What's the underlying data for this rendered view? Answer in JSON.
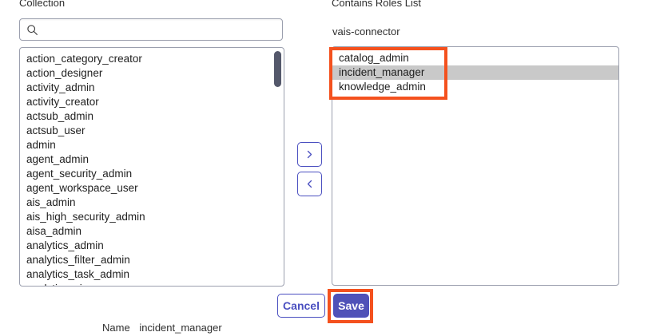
{
  "left_panel": {
    "header_label": "Collection",
    "search": {
      "icon": "search-icon",
      "value": "",
      "placeholder": ""
    },
    "items": [
      "action_category_creator",
      "action_designer",
      "activity_admin",
      "activity_creator",
      "actsub_admin",
      "actsub_user",
      "admin",
      "agent_admin",
      "agent_security_admin",
      "agent_workspace_user",
      "ais_admin",
      "ais_high_security_admin",
      "aisa_admin",
      "analytics_admin",
      "analytics_filter_admin",
      "analytics_task_admin",
      "analytics_viewer"
    ]
  },
  "transfer": {
    "move_right_label": "›",
    "move_right_icon": "chevron-right-icon",
    "move_left_label": "‹",
    "move_left_icon": "chevron-left-icon"
  },
  "right_panel": {
    "header_label": "Contains Roles List",
    "subject": "vais-connector",
    "items": [
      {
        "label": "catalog_admin",
        "selected": false
      },
      {
        "label": "incident_manager",
        "selected": true
      },
      {
        "label": "knowledge_admin",
        "selected": false
      }
    ]
  },
  "footer": {
    "cancel_label": "Cancel",
    "save_label": "Save"
  },
  "name_row": {
    "label": "Name",
    "value": "incident_manager"
  },
  "colors": {
    "accent": "#4f52b8",
    "accent_border": "#4a4fc0",
    "annotation": "#f4511e",
    "selected_row": "#c9c9c9",
    "scrollbar_thumb": "#54586b",
    "field_border": "#9b9fae"
  }
}
